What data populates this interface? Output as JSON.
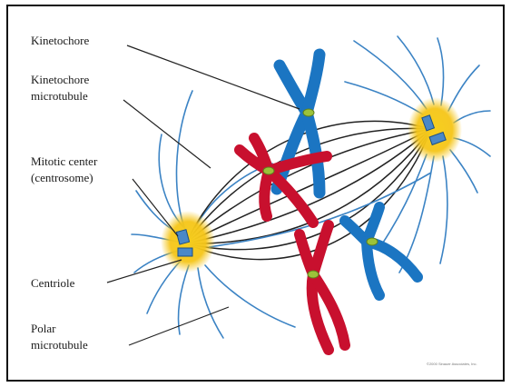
{
  "labels": {
    "kinetochore": "Kinetochore",
    "kinetochore_microtubule_1": "Kinetochore",
    "kinetochore_microtubule_2": "microtubule",
    "mitotic_center_1": "Mitotic center",
    "mitotic_center_2": "(centrosome)",
    "centriole": "Centriole",
    "polar_microtubule_1": "Polar",
    "polar_microtubule_2": "microtubule"
  },
  "credit": "©2000 Sinauer Associates, Inc.",
  "colors": {
    "border": "#111111",
    "centrosome": "#f5c518",
    "centriole": "#4a88c8",
    "aster": "#3b83c4",
    "spindle": "#222222",
    "blue_chromosome": "#1b75c2",
    "red_chromosome": "#c8102e",
    "kinetochore": "#9cc23a"
  }
}
